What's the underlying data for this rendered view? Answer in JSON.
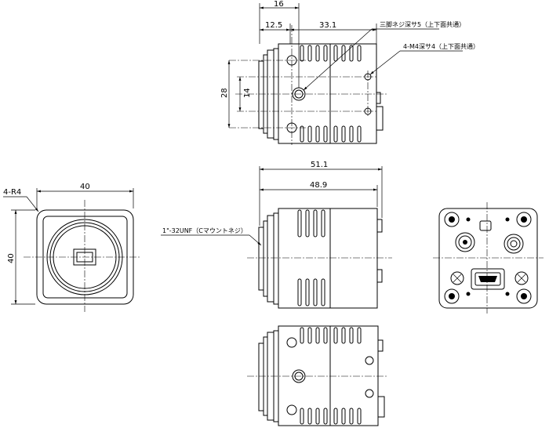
{
  "dimensions": {
    "top_total": "16",
    "top_flange": "12.5",
    "top_body": "33.1",
    "top_height": "28",
    "top_hole_pitch": "14",
    "front_width": "40",
    "front_height": "40",
    "front_corner": "4-R4",
    "side_total": "51.1",
    "side_body": "48.9"
  },
  "notes": {
    "tripod_thread": "三脚ネジ深サ5（上下面共通）",
    "m4_thread": "4-M4深サ4（上下面共通）",
    "mount_thread": "1\"-32UNF（Cマウントネジ）"
  }
}
